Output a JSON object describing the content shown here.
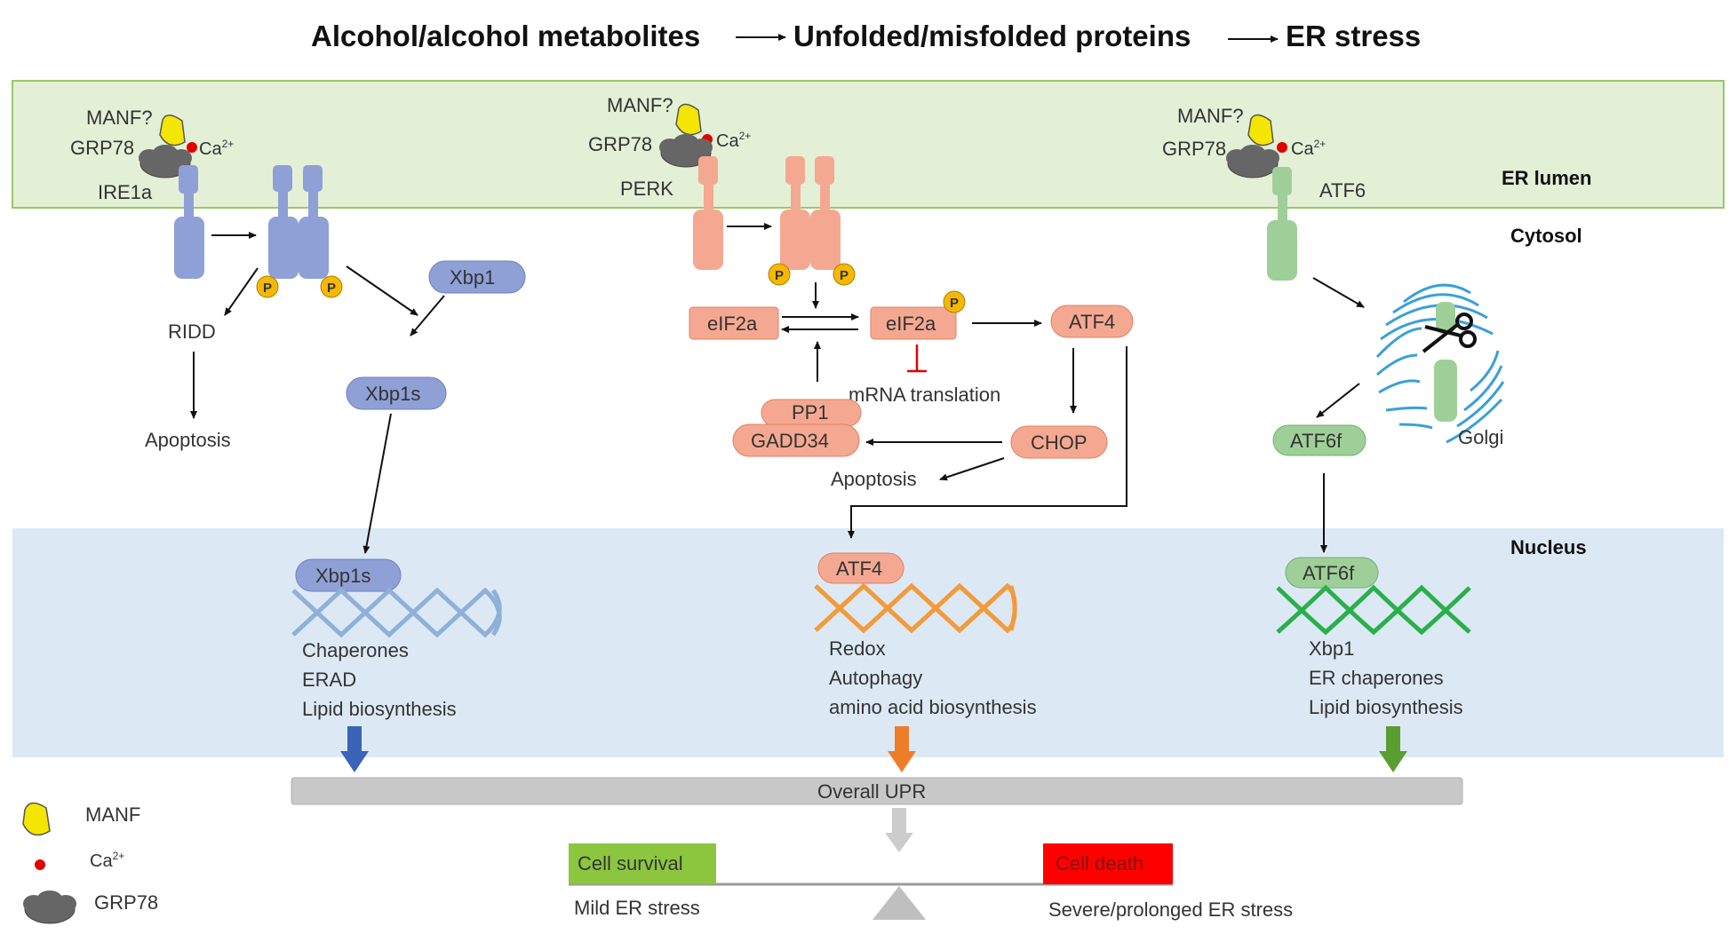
{
  "title": {
    "part1": "Alcohol/alcohol metabolites",
    "part2": "Unfolded/misfolded proteins",
    "part3": "ER stress"
  },
  "regions": {
    "er_lumen": "ER lumen",
    "cytosol": "Cytosol",
    "nucleus": "Nucleus"
  },
  "common": {
    "manf_q": "MANF?",
    "grp78": "GRP78",
    "ca": "Ca",
    "ca_sup": "2+",
    "p": "P"
  },
  "ire1": {
    "receptor": "IRE1a",
    "ridd": "RIDD",
    "apoptosis": "Apoptosis",
    "xbp1": "Xbp1",
    "xbp1s": "Xbp1s",
    "xbp1s_nuc": "Xbp1s",
    "targets": [
      "Chaperones",
      "ERAD",
      "Lipid biosynthesis"
    ]
  },
  "perk": {
    "receptor": "PERK",
    "eif2a": "eIF2a",
    "eif2a_p": "eIF2a",
    "atf4": "ATF4",
    "mrna": "mRNA translation",
    "pp1": "PP1",
    "gadd34": "GADD34",
    "chop": "CHOP",
    "apoptosis": "Apoptosis",
    "atf4_nuc": "ATF4",
    "targets": [
      "Redox",
      "Autophagy",
      "amino acid biosynthesis"
    ]
  },
  "atf6": {
    "receptor": "ATF6",
    "golgi": "Golgi",
    "atf6f": "ATF6f",
    "atf6f_nuc": "ATF6f",
    "targets": [
      "Xbp1",
      "ER chaperones",
      "Lipid biosynthesis"
    ]
  },
  "balance": {
    "overall": "Overall UPR",
    "survival": "Cell survival",
    "death": "Cell death",
    "mild": "Mild ER stress",
    "severe": "Severe/prolonged ER stress"
  },
  "legend": {
    "manf": "MANF",
    "ca": "Ca",
    "ca_sup": "2+",
    "grp78": "GRP78"
  },
  "colors": {
    "er_band": "#e3f0d6",
    "nucleus_band": "#dce9f5",
    "blue": "#8fa0d6",
    "salmon": "#f5a891",
    "green": "#9fcf98",
    "yellow": "#f4e600",
    "red": "#e00000",
    "survival": "#8cc63f",
    "death": "#ff0000"
  }
}
